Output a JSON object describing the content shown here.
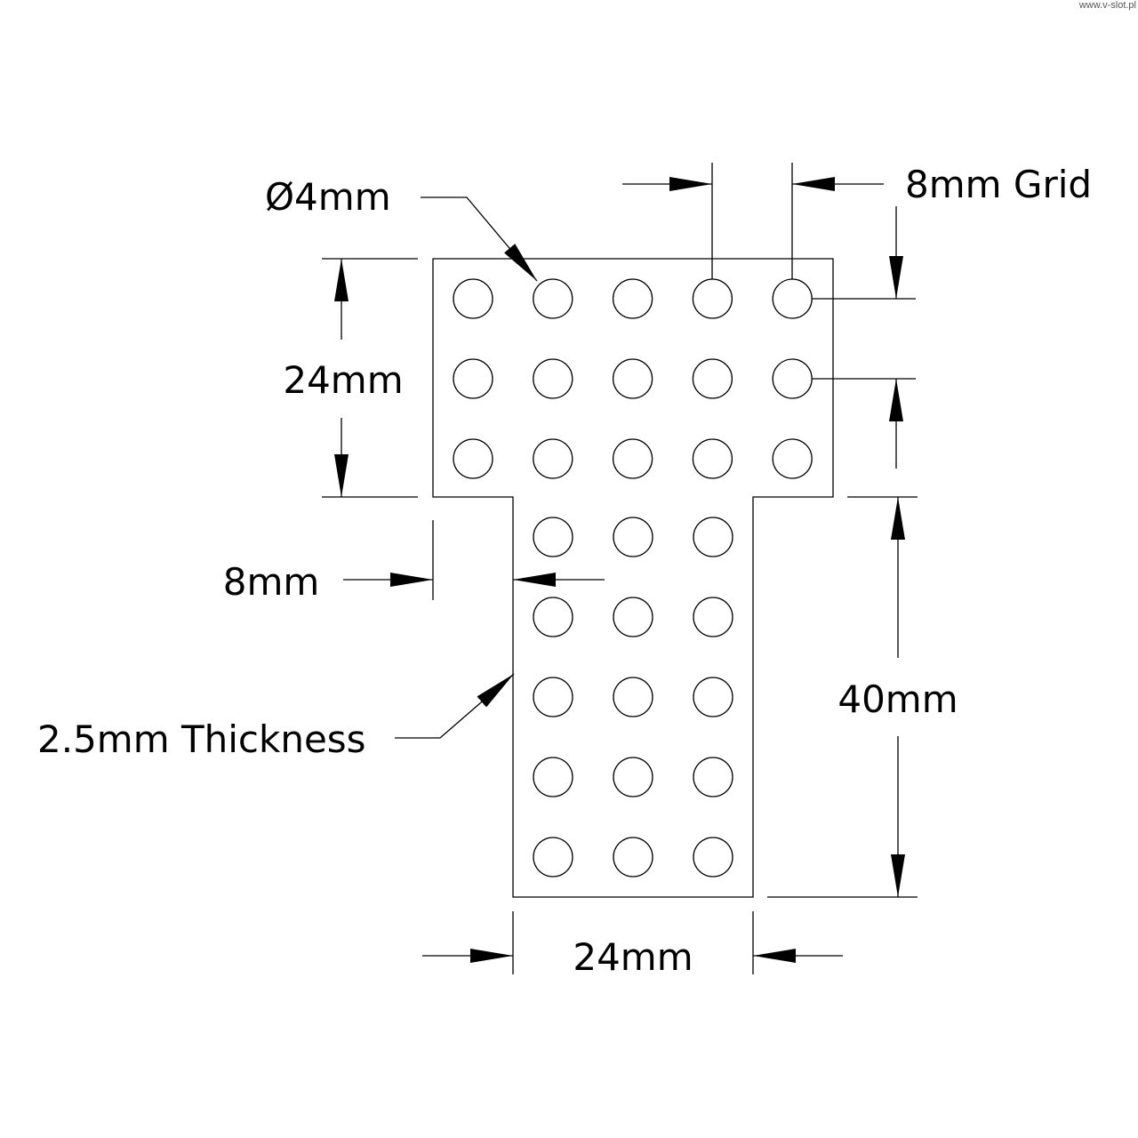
{
  "watermark": "www.v-slot.pl",
  "labels": {
    "hole_diameter": "Ø4mm",
    "grid": "8mm Grid",
    "top_height": "24mm",
    "offset": "8mm",
    "stem_height": "40mm",
    "stem_width": "24mm",
    "thickness": "2.5mm Thickness"
  },
  "holes": {
    "top_columns": 5,
    "top_rows": 3,
    "stem_columns": 3,
    "stem_rows": 5
  }
}
